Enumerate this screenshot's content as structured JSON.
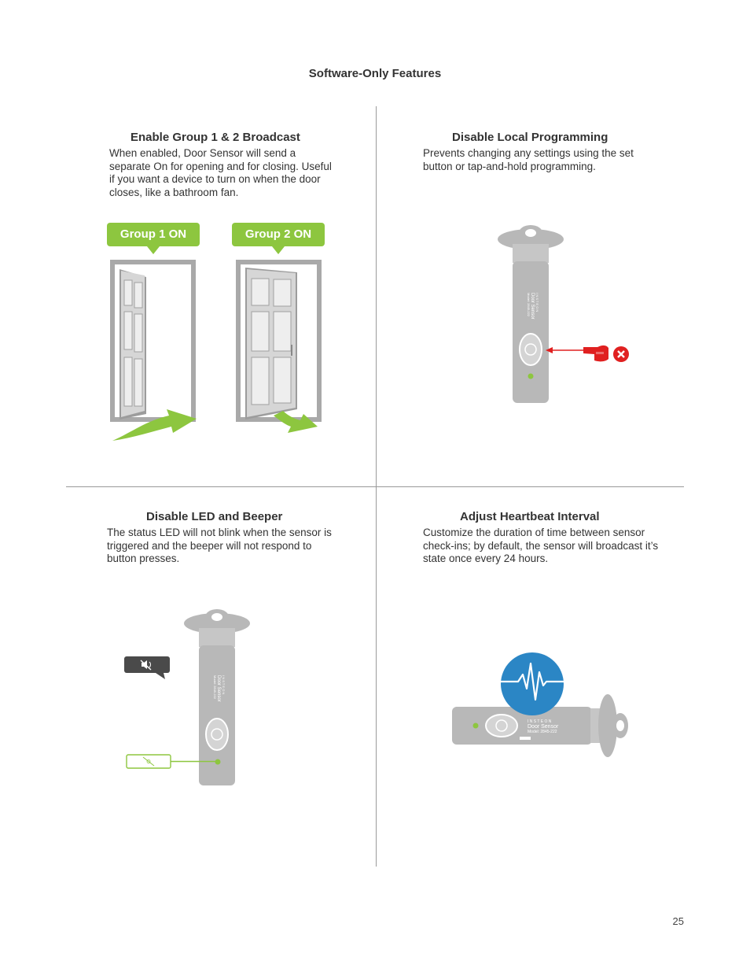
{
  "page": {
    "title": "Software-Only Features",
    "page_number": "25"
  },
  "sections": {
    "broadcast": {
      "title": "Enable Group 1 & 2 Broadcast",
      "body": "When enabled, Door Sensor will send a separate On for opening and for closing. Useful if you want a device to turn on when the door closes, like a bathroom fan.",
      "group1_label": "Group 1 ON",
      "group2_label": "Group 2 ON"
    },
    "local_programming": {
      "title": "Disable Local Programming",
      "body": "Prevents changing any settings using the set button or tap-and-hold programming."
    },
    "led_beeper": {
      "title": "Disable LED and Beeper",
      "body": "The status LED will not blink when the sensor is triggered and the beeper will not respond to button presses."
    },
    "heartbeat": {
      "title": "Adjust Heartbeat Interval",
      "body": "Customize the duration of time between sensor check-ins; by default, the sensor will broadcast it’s state once every 24 hours."
    }
  },
  "device_label": {
    "brand": "I N S T E O N",
    "name": "Door Sensor",
    "model": "Model: 2845-222"
  },
  "colors": {
    "accent_green": "#8dc63f",
    "alert_red": "#e02020",
    "device_gray": "#b8b8b8",
    "heartbeat_blue": "#2b86c5",
    "speech_dark": "#4a4a4a"
  },
  "icons": [
    "door-open-icon",
    "door-closing-icon",
    "swing-arrow-icon",
    "hand-pointing-icon",
    "x-cross-icon",
    "mute-speaker-icon",
    "led-off-icon",
    "heartbeat-icon"
  ]
}
